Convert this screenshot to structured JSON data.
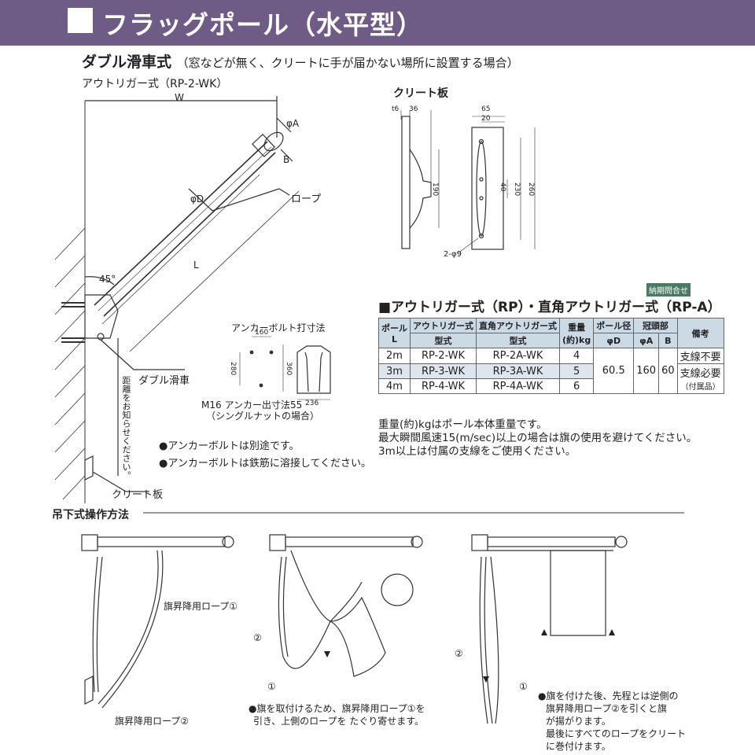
{
  "header": {
    "title": "フラッグポール（水平型）"
  },
  "subtitle": {
    "main": "ダブル滑車式",
    "note": "（窓などが無く、クリートに手が届かない場所に設置する場合）"
  },
  "outrigger": {
    "label": "アウトリガー式（RP-2-WK）",
    "dim_w": "W",
    "dim_phiA": "φA",
    "dim_B": "B",
    "dim_phiD": "φD",
    "dim_L": "L",
    "angle": "45°",
    "rope": "ロープ",
    "pulley": "ダブル滑車",
    "distance_note": "距離をお知らせください。",
    "cleat_plate": "クリート板"
  },
  "cleat": {
    "label": "クリート板",
    "d_t6": "t6",
    "d_36": "36",
    "d_190": "190",
    "d_65": "65",
    "d_20": "20",
    "d_40": "40",
    "d_230": "230",
    "d_260": "260",
    "hole": "2-φ9"
  },
  "anchor": {
    "label": "アンカーボルト打寸法",
    "d_160": "160",
    "d_280": "280",
    "d_360": "360",
    "d_236": "236",
    "m16_1": "M16 アンカー出寸法55",
    "m16_2": "（シングルナットの場合）",
    "bullet1": "●アンカーボルトは別途です。",
    "bullet2": "●アンカーボルトは鉄筋に溶接してください。"
  },
  "badge": "納期問合せ",
  "table": {
    "title": "■アウトリガー式（RP）・直角アウトリガー式（RP-A）",
    "h_pole": "ポール",
    "h_pole_L": "L",
    "h_outrigger": "アウトリガー式",
    "h_right": "直角アウトリガー式",
    "h_model1": "型式",
    "h_model2": "型式",
    "h_weight": "重量",
    "h_weight2": "(約)kg",
    "h_dia": "ポール径",
    "h_dia2": "φD",
    "h_cap": "冠頭部",
    "h_capA": "φA",
    "h_capB": "B",
    "h_note": "備考",
    "rows": [
      {
        "L": "2m",
        "m1": "RP-2-WK",
        "m2": "RP-2A-WK",
        "w": "4"
      },
      {
        "L": "3m",
        "m1": "RP-3-WK",
        "m2": "RP-3A-WK",
        "w": "5"
      },
      {
        "L": "4m",
        "m1": "RP-4-WK",
        "m2": "RP-4A-WK",
        "w": "6"
      }
    ],
    "dia": "60.5",
    "capA": "160",
    "capB": "60",
    "note1": "支線不要",
    "note2": "支線必要",
    "note2b": "（付属品）"
  },
  "notes": [
    "重量(約)kgはポール本体重量です。",
    "最大瞬間風速15(m/sec)以上の場合は旗の使用を避けてください。",
    "3m以上は付属の支線をご使用ください。"
  ],
  "operation": {
    "title": "吊下式操作方法",
    "rope1": "旗昇降用ロープ①",
    "rope2": "旗昇降用ロープ②",
    "m1": "①",
    "m2": "②",
    "step2a": "●旗を取付けるため、旗昇降用ロープ①を",
    "step2b": "引き、上側のロープを たぐり寄せます。",
    "step3a": "●旗を付けた後、先程とは逆側の",
    "step3b": "旗昇降用ロープ②を引くと旗",
    "step3c": "が揚がります。",
    "step3d": "最後にすべてのロープをクリート",
    "step3e": "に巻付けます。"
  }
}
